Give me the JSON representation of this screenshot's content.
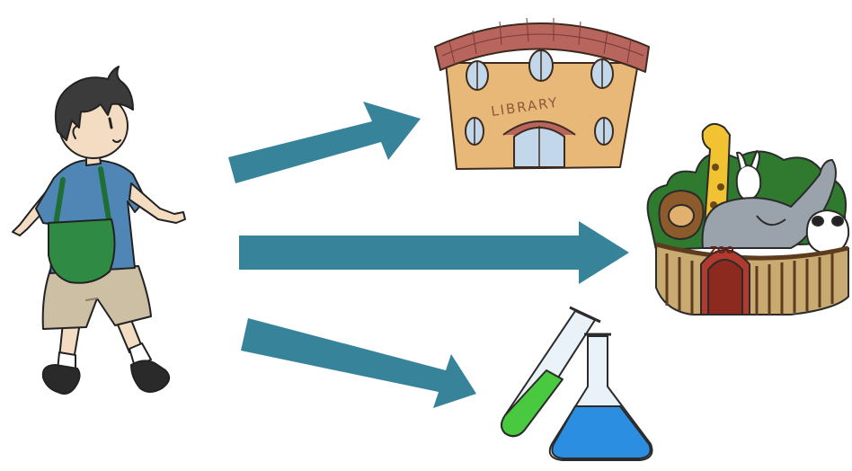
{
  "library": {
    "sign": "LIBRARY"
  },
  "zoo": {
    "sign": "ZOO"
  },
  "colors": {
    "arrow": "#37849a",
    "bag": "#2f8a44",
    "shirt": "#4f86b6",
    "brick": "#b8655e",
    "wall": "#e8b879",
    "liquid_green": "#49c93f",
    "liquid_blue": "#2b8ee0"
  },
  "icons": [
    "boy-walking",
    "library-building",
    "zoo-enclosure",
    "test-tube",
    "erlenmeyer-flask",
    "arrow-right"
  ]
}
